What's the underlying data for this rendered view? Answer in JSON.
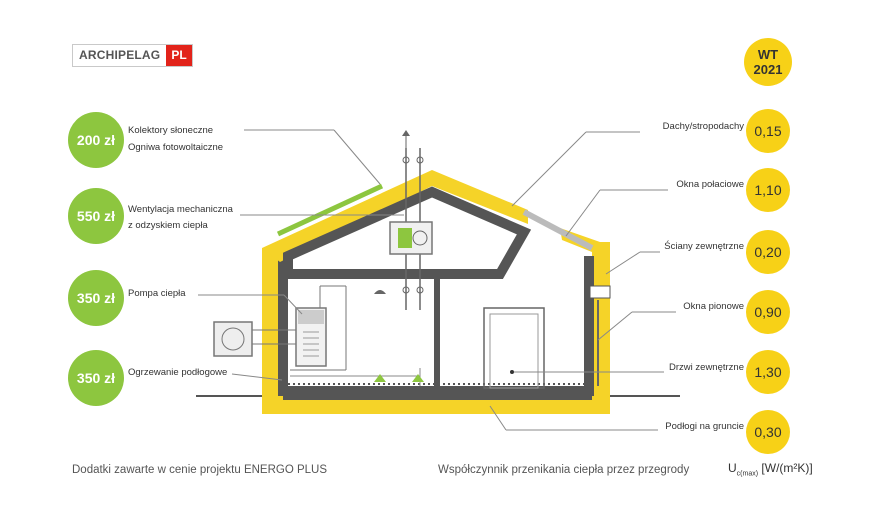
{
  "logo": {
    "main": "ARCHIPELAG",
    "accent": "PL"
  },
  "features": [
    {
      "price": "200 zł",
      "label1": "Kolektory słoneczne",
      "label2": "Ogniwa fotowoltaiczne"
    },
    {
      "price": "550 zł",
      "label1": "Wentylacja mechaniczna",
      "label2": "z odzyskiem ciepła"
    },
    {
      "price": "350 zł",
      "label1": "Pompa ciepła",
      "label2": ""
    },
    {
      "price": "350 zł",
      "label1": "Ogrzewanie podłogowe",
      "label2": ""
    }
  ],
  "standard": {
    "line1": "WT",
    "line2": "2021"
  },
  "u_values": [
    {
      "label": "Dachy/stropodachy",
      "value": "0,15"
    },
    {
      "label": "Okna połaciowe",
      "value": "1,10"
    },
    {
      "label": "Ściany zewnętrzne",
      "value": "0,20"
    },
    {
      "label": "Okna pionowe",
      "value": "0,90"
    },
    {
      "label": "Drzwi zewnętrzne",
      "value": "1,30"
    },
    {
      "label": "Podłogi na gruncie",
      "value": "0,30"
    }
  ],
  "footer": {
    "left": "Dodatki zawarte w cenie projektu ENERGO PLUS",
    "right": "Współczynnik przenikania ciepła przez przegrody",
    "unit_main": "U",
    "unit_sub": "c(max)",
    "unit_tail": "[W/(m²K)]"
  },
  "colors": {
    "green": "#8dc63f",
    "yellow": "#f7d117",
    "insulation": "#f5d328",
    "wall": "#555555",
    "brand_red": "#e2231a"
  }
}
